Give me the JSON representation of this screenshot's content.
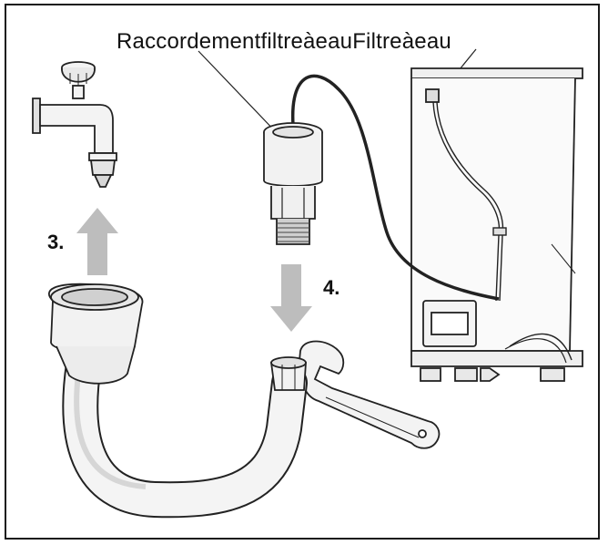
{
  "title": "RaccordementfiltreàeauFiltreàeau",
  "steps": {
    "three": "3.",
    "four": "4."
  },
  "colors": {
    "arrow": "#bdbdbd",
    "line": "#222222",
    "fill": "#f2f2f2",
    "shade": "#d8d8d8"
  },
  "icons": [
    "water-tap-icon",
    "water-filter-icon",
    "hose-icon",
    "wrench-icon",
    "dishwasher-icon",
    "up-arrow-icon",
    "down-arrow-icon"
  ]
}
